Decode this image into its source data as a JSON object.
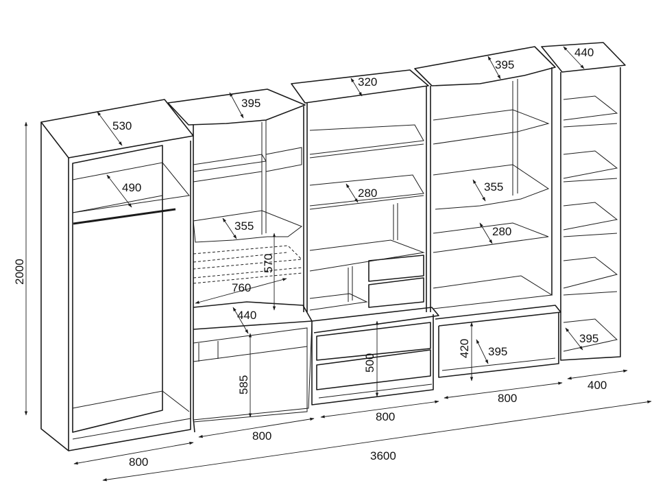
{
  "labels": {
    "height_total": "2000",
    "depth_wardrobe_top": "530",
    "depth_wardrobe_inner": "490",
    "depth_sec2_top": "395",
    "depth_sec2_shelf": "355",
    "depth_sec3_top": "320",
    "depth_sec3_shelf": "280",
    "depth_sec4_top": "395",
    "depth_sec4_shelf_upper": "355",
    "depth_sec4_shelf_lower": "280",
    "depth_sec5_top": "440",
    "depth_sec5_bottom": "395",
    "niche_height": "570",
    "niche_width": "760",
    "desk_depth": "440",
    "desk_height": "585",
    "drawer_unit_height": "500",
    "low_cabinet_height": "420",
    "low_cabinet_depth": "395",
    "width_sec1": "800",
    "width_sec2": "800",
    "width_sec3": "800",
    "width_sec4": "800",
    "width_sec5": "400",
    "width_total": "3600"
  }
}
